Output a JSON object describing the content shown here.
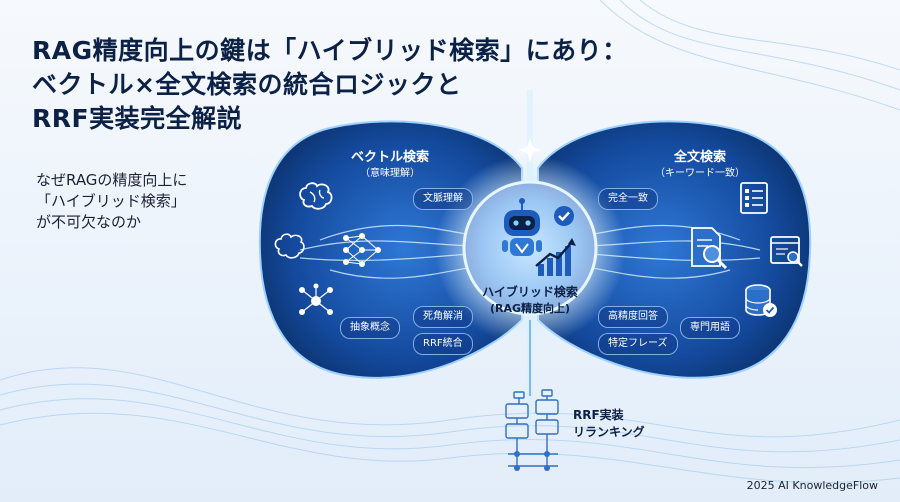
{
  "title": {
    "line1": "RAG精度向上の鍵は「ハイブリッド検索」にあり：",
    "line2": "ベクトル×全文検索の統合ロジックと",
    "line3": "RRF実装完全解説"
  },
  "subtitle": {
    "line1": "なぜRAGの精度向上に",
    "line2": "「ハイブリッド検索」",
    "line3": "が不可欠なのか"
  },
  "left_panel": {
    "heading": "ベクトル検索",
    "subheading": "（意味理解）",
    "pills": [
      "文脈理解",
      "抽象概念",
      "死角解消",
      "RRF統合"
    ],
    "icons": [
      "brain-icon",
      "neural-network-icon",
      "node-graph-icon"
    ]
  },
  "right_panel": {
    "heading": "全文検索",
    "subheading": "（キーワード一致）",
    "pills": [
      "完全一致",
      "高精度回答",
      "専門用語",
      "特定フレーズ"
    ],
    "icons": [
      "document-list-icon",
      "magnifier-document-icon",
      "database-check-icon"
    ]
  },
  "center": {
    "label1": "ハイブリッド検索",
    "label2": "(RAG精度向上)",
    "icons": [
      "robot-icon",
      "growth-chart-icon",
      "check-badge-icon"
    ]
  },
  "rrf": {
    "label1": "RRF実装",
    "label2": "リランキング"
  },
  "footer": "2025 AI KnowledgeFlow",
  "colors": {
    "title": "#0c2146",
    "panel_dark": "#0e3a86",
    "panel_light": "#2f78d6",
    "glow": "#bfe3ff"
  }
}
